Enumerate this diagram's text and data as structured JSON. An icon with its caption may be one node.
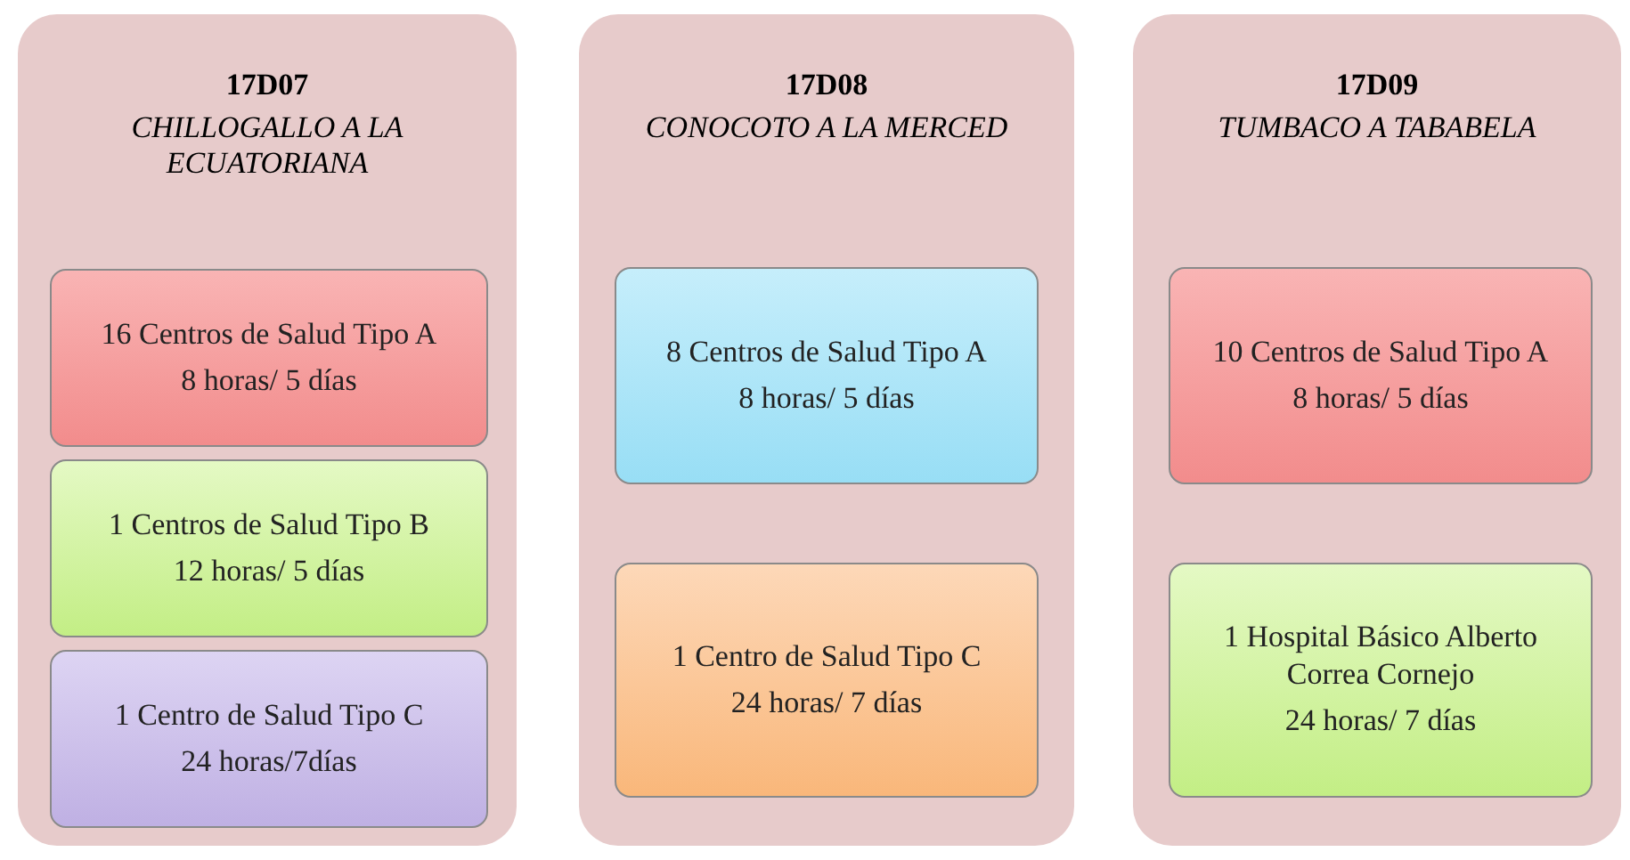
{
  "diagram": {
    "nodes": [
      {
        "text": [
          "17D07",
          "CHILLOGALLO A LA ECUATORIANA"
        ]
      },
      {
        "text": [
          "16 Centros de Salud Tipo A",
          "8 horas/ 5 días"
        ],
        "in": 0
      },
      {
        "text": [
          "1 Centros de Salud Tipo B",
          "12 horas/ 5 días"
        ],
        "in": 0
      },
      {
        "text": [
          "1 Centro de Salud Tipo C",
          "24 horas/7días"
        ],
        "in": 0
      },
      {
        "text": [
          "17D08",
          "CONOCOTO A LA MERCED"
        ]
      },
      {
        "text": [
          "8 Centros de Salud Tipo A",
          "8 horas/ 5 días"
        ],
        "in": 4
      },
      {
        "text": [
          "1 Centro de Salud Tipo C",
          "24 horas/ 7 días"
        ],
        "in": 4
      },
      {
        "text": [
          "17D09",
          "TUMBACO A TABABELA"
        ]
      },
      {
        "text": [
          "10 Centros de Salud Tipo A",
          "8 horas/ 5 días"
        ],
        "in": 7
      },
      {
        "text": [
          "1 Hospital Básico Alberto Correa Cornejo",
          "24 horas/ 7 días"
        ],
        "in": 7
      }
    ]
  }
}
